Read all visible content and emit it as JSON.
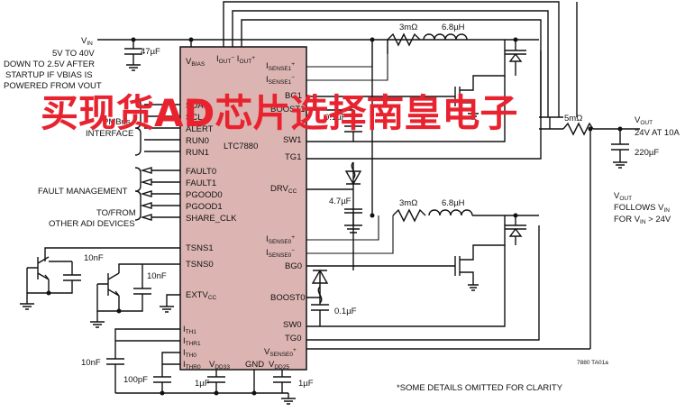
{
  "chip": {
    "name": "LTC7880",
    "color": "#dcb5b2",
    "left_pins": [
      "SDA",
      "SCL",
      "ALERT",
      "RUN0",
      "RUN1",
      "FAULT0",
      "FAULT1",
      "PGOOD0",
      "PGOOD1",
      "SHARE_CLK",
      "TSNS1",
      "TSNS0",
      "EXTVCC",
      "ITH1",
      "ITHR1",
      "ITH0",
      "ITHR0"
    ],
    "right_pins": [
      "ISENSE1+",
      "ISENSE1−",
      "BG1",
      "BOOST1",
      "SW1",
      "TG1",
      "DRVCC",
      "ISENSE0+",
      "ISENSE0−",
      "BG0",
      "BOOST0",
      "SW0",
      "TG0",
      "VSENSE0+"
    ],
    "top_pins": [
      "VBIAS",
      "IOUT−",
      "IOUT+"
    ],
    "bottom_pins": [
      "VDD33",
      "GND",
      "VDD25"
    ]
  },
  "labels": {
    "vin": "VIN",
    "vin_desc": [
      "5V TO 40V",
      "DOWN TO 2.5V AFTER",
      "STARTUP IF VBIAS IS",
      "POWERED FROM VOUT"
    ],
    "pmbus": [
      "PMBus",
      "INTERFACE"
    ],
    "fault_mgmt": "FAULT MANAGEMENT",
    "to_from": [
      "TO/FROM",
      "OTHER ADI DEVICES"
    ],
    "vout": [
      "VOUT",
      "24V AT 10A"
    ],
    "vout_follows": [
      "VOUT",
      "FOLLOWS VIN",
      "FOR VIN > 24V"
    ],
    "note": "*SOME DETAILS OMITTED FOR CLARITY",
    "code": "7880 TA01a"
  },
  "components": {
    "cin": "47µF",
    "r_sense1": "3mΩ",
    "l1": "6.8µH",
    "r_sense0": "3mΩ",
    "l0": "6.8µH",
    "c_boost1": "0.1µF",
    "c_drvcc": "4.7µF",
    "c_boost0": "0.1µF",
    "r_out": "5mΩ",
    "cout": "220µF",
    "c_tsns1": "10nF",
    "c_tsns0": "10nF",
    "c_ith": "10nF",
    "c_ithr": "100pF",
    "c_vdd33": "1µF",
    "c_vdd25": "1µF"
  },
  "watermark": {
    "text": "买现货AD芯片选择南皇电子",
    "color": "#e8232f"
  }
}
